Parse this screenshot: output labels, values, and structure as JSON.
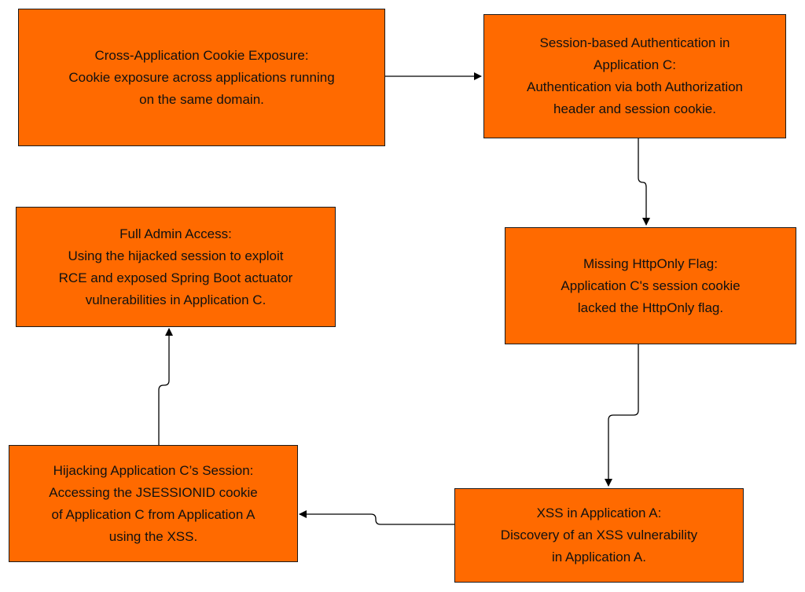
{
  "colors": {
    "box_fill": "#ff6a00",
    "box_border": "#1a1a1a",
    "connector": "#000000",
    "text": "#111111"
  },
  "nodes": {
    "cookie_exposure": {
      "title": "Cross-Application Cookie Exposure:",
      "line1": "Cookie exposure across applications running",
      "line2": "on the same domain."
    },
    "session_auth": {
      "title": "Session-based Authentication in",
      "line1": "Application C:",
      "line2": "Authentication via both Authorization",
      "line3": "header and session cookie."
    },
    "httponly": {
      "title": "Missing HttpOnly Flag:",
      "line1": "Application C's session cookie",
      "line2": "lacked the HttpOnly flag."
    },
    "xss": {
      "title": "XSS in Application A:",
      "line1": "Discovery of an XSS vulnerability",
      "line2": "in Application A."
    },
    "hijack": {
      "title": "Hijacking Application C’s Session:",
      "line1": "Accessing the JSESSIONID cookie",
      "line2": "of Application C from Application A",
      "line3": "using the XSS."
    },
    "admin": {
      "title": "Full Admin Access:",
      "line1": "Using the hijacked session to exploit",
      "line2": "RCE and exposed Spring Boot actuator",
      "line3": "vulnerabilities in Application C."
    }
  },
  "edges": [
    {
      "from": "cookie_exposure",
      "to": "session_auth"
    },
    {
      "from": "session_auth",
      "to": "httponly"
    },
    {
      "from": "httponly",
      "to": "xss"
    },
    {
      "from": "xss",
      "to": "hijack"
    },
    {
      "from": "hijack",
      "to": "admin"
    }
  ]
}
